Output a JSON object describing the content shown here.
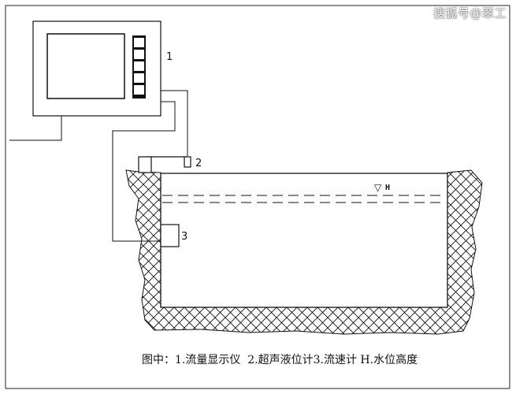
{
  "watermark": "搜狐号@翠工",
  "labels": {
    "display": "1",
    "level_meter": "2",
    "flow_meter": "3",
    "water_level_symbol": "▽",
    "water_level": "H"
  },
  "caption": "图中：1.流量显示仪  2.超声液位计3.流速计 H.水位高度",
  "colors": {
    "line": "#111111",
    "background": "#ffffff"
  }
}
